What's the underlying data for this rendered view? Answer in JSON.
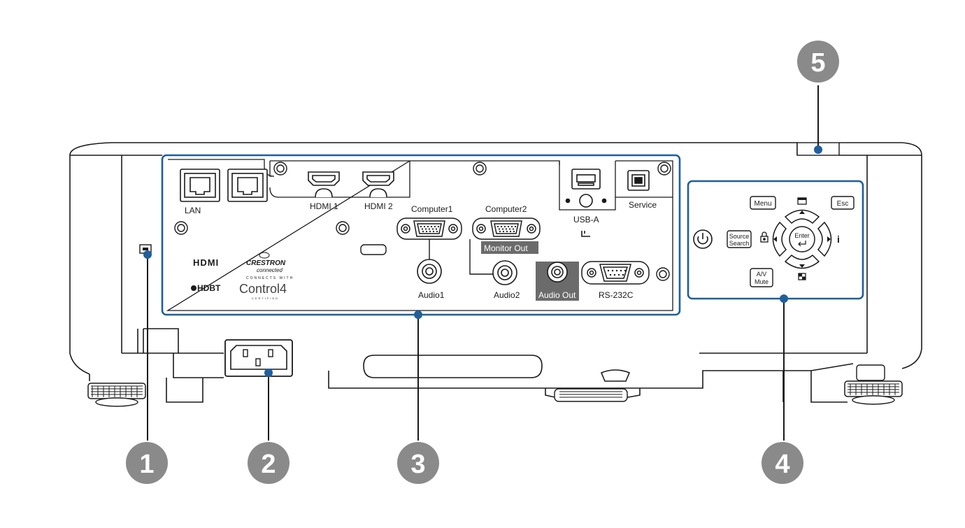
{
  "callouts": [
    {
      "number": "1",
      "target": "security slot"
    },
    {
      "number": "2",
      "target": "power inlet"
    },
    {
      "number": "3",
      "target": "interface ports"
    },
    {
      "number": "4",
      "target": "control panel"
    },
    {
      "number": "5",
      "target": "remote receiver"
    }
  ],
  "ports": {
    "lan": "LAN",
    "hdmi1": "HDMI 1",
    "hdmi2": "HDMI 2",
    "computer1": "Computer1",
    "computer2": "Computer2",
    "monitor_out": "Monitor Out",
    "audio1": "Audio1",
    "audio2": "Audio2",
    "audio_out": "Audio Out",
    "rs232c": "RS-232C",
    "usb_a": "USB-A",
    "service": "Service"
  },
  "logos": {
    "hdmi": "HDMI",
    "crestron": "CRESTRON",
    "crestron_sub": "connected",
    "hdbt": "HDBT",
    "control4_top": "CONNECTS WITH",
    "control4": "Control4",
    "control4_bottom": "CERTIFIED"
  },
  "control_panel": {
    "menu": "Menu",
    "esc": "Esc",
    "source_search_1": "Source",
    "source_search_2": "Search",
    "av_mute_1": "A/V",
    "av_mute_2": "Mute",
    "enter": "Enter",
    "info": "i"
  },
  "colors": {
    "accent": "#1f5f9b",
    "callout": "#8a8a8a",
    "outline": "#1a1a1a",
    "dark_label_bg": "#6b6b6b"
  }
}
